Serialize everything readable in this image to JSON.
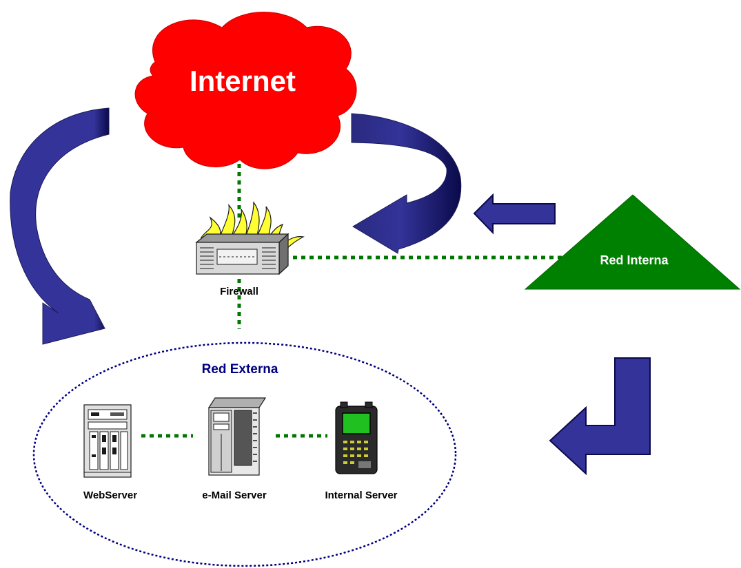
{
  "internet": {
    "label": "Internet",
    "color": "#ff0000",
    "text_color": "#ffffff"
  },
  "firewall": {
    "label": "Firewall",
    "flame_color": "#ffff33"
  },
  "red_interna": {
    "label": "Red Interna",
    "color": "#008000",
    "text_color": "#ffffff"
  },
  "red_externa": {
    "label": "Red Externa",
    "border_color": "#000080",
    "text_color": "#000080"
  },
  "servers": [
    {
      "label": "WebServer"
    },
    {
      "label": "e-Mail Server"
    },
    {
      "label": "Internal Server"
    }
  ],
  "colors": {
    "arrow": "#333399",
    "arrow_shadow": "#0a0a4a",
    "link": "#007700"
  }
}
